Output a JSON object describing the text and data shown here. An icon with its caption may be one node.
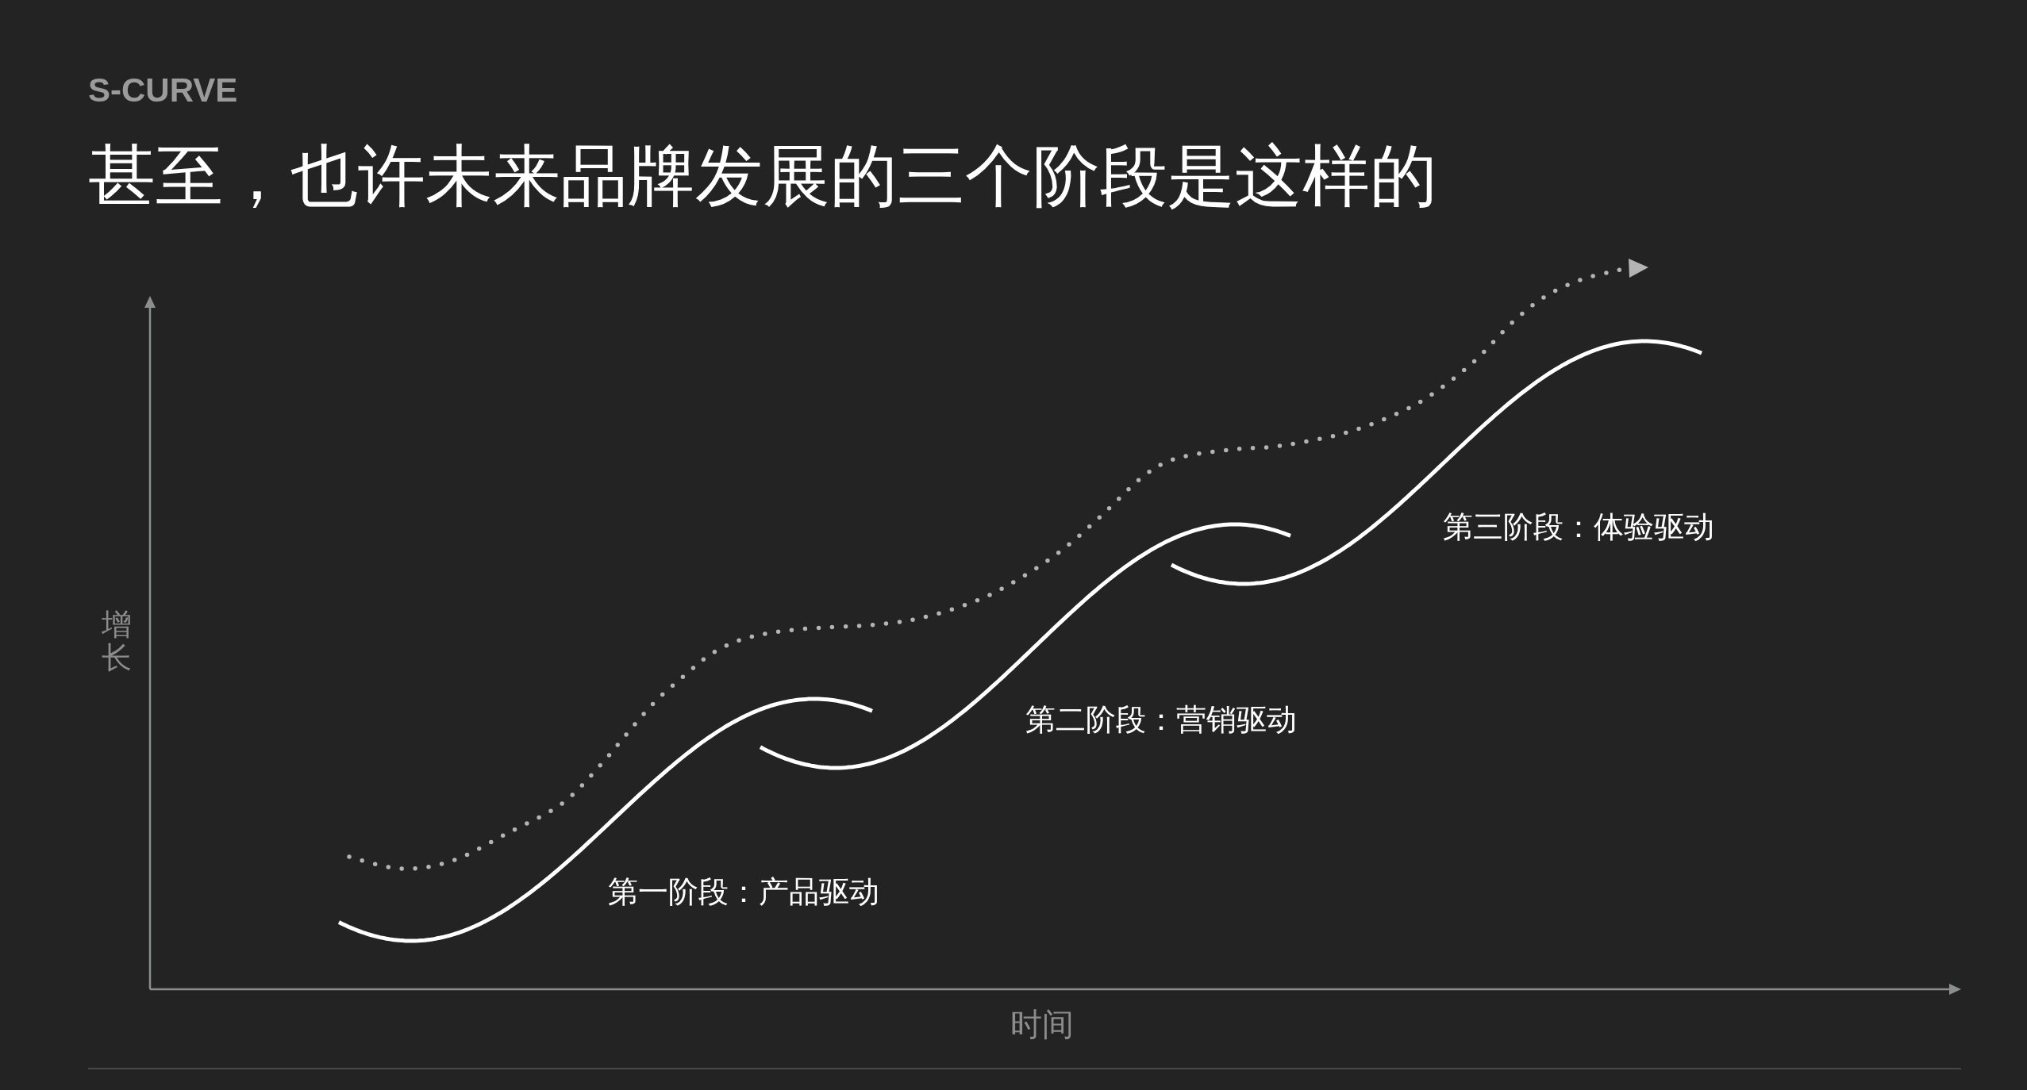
{
  "diagram": {
    "title": "甚至，也许未来品牌发展的三个阶段是这样的",
    "labels": [
      "S-CURVE",
      "增长",
      "第一阶段：产品驱动",
      "第二阶段：营销驱动",
      "第三阶段：体验驱动",
      "时间"
    ]
  }
}
